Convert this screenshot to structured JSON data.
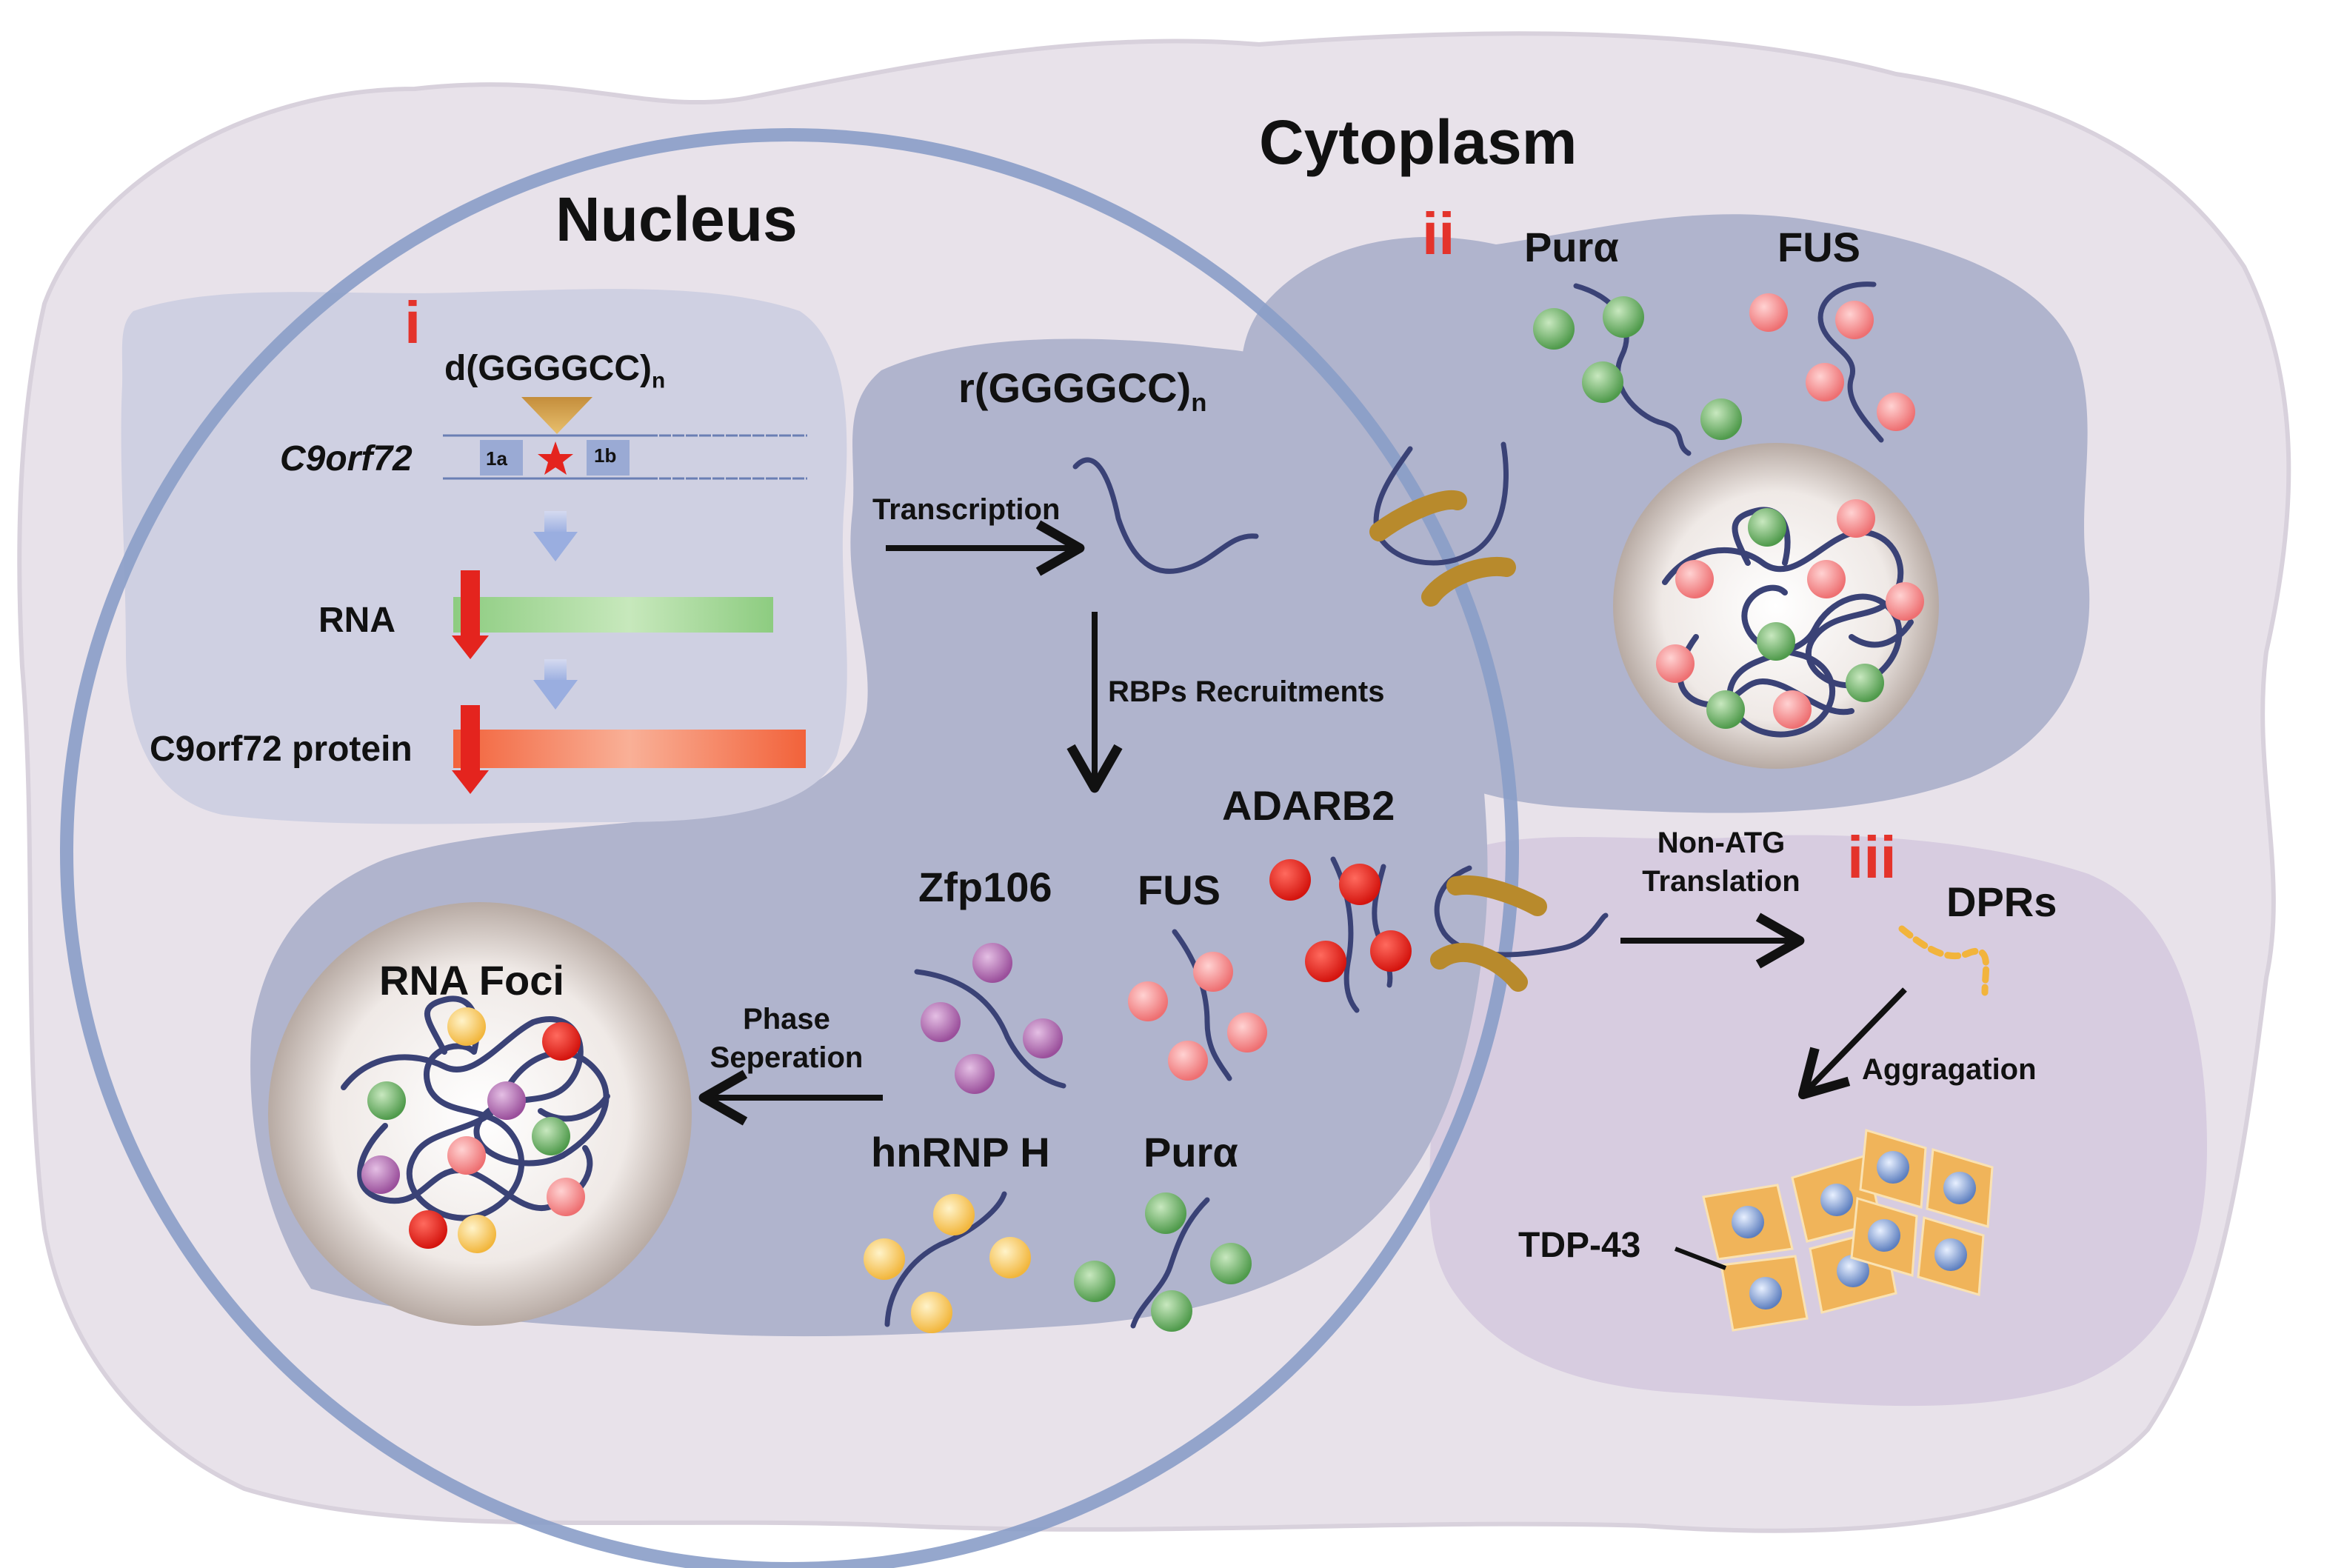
{
  "regions": {
    "cytoplasm": "Cytoplasm",
    "nucleus": "Nucleus"
  },
  "panel_i": {
    "marker": "i",
    "repeat_dna": "d(GGGGCC)",
    "subscript": "n",
    "gene": "C9orf72",
    "exon_1a": "1a",
    "exon_1b": "1b",
    "rna": "RNA",
    "protein": "C9orf72 protein"
  },
  "panel_ii": {
    "marker": "ii",
    "pura": "Purα",
    "fus": "FUS"
  },
  "panel_iii": {
    "marker": "iii",
    "translation": "Non-ATG\nTranslation",
    "dprs": "DPRs",
    "aggregation": "Aggragation",
    "tdp43": "TDP-43"
  },
  "nucleus_center": {
    "repeat_rna": "r(GGGGCC)",
    "subscript": "n",
    "transcription": "Transcription",
    "rbps": "RBPs Recruitments",
    "adarb2": "ADARB2",
    "zfp106": "Zfp106",
    "fus": "FUS",
    "hnrnph": "hnRNP H",
    "pura": "Purα",
    "phase_separation": "Phase\nSeperation",
    "rna_foci": "RNA Foci"
  },
  "colors": {
    "cell_bg": "#e8e2ea",
    "region_blue": "#b0b4cd",
    "panel_light": "#cfd0e2",
    "nucleus_ring": "#8a9dc8",
    "purple_region": "#d7cce0",
    "rna_strand": "#3a4276",
    "ball_green": "#74b56c",
    "ball_pink": "#f28d8f",
    "ball_red": "#e52a22",
    "ball_purple": "#b06db0",
    "ball_yellow": "#f7cf6a",
    "ribosome": "#b88a2c",
    "dpr": "#f2b43c",
    "tdp43_cell": "#f0b45a",
    "tdp43_nucleus": "#7f9ed0",
    "rna_bar": "#a6d89a",
    "protein_bar": "#f47a4e",
    "arrow_red": "#e4241e",
    "marker_red": "#e4332b"
  }
}
